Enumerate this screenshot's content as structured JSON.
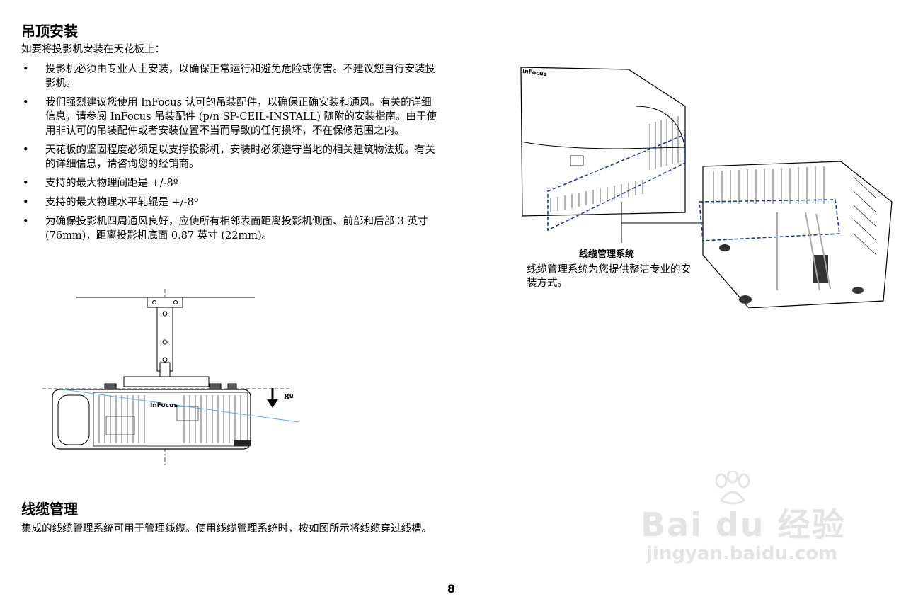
{
  "section1": {
    "heading": "吊顶安装",
    "intro": "如要将投影机安装在天花板上：",
    "bullets": [
      "投影机必须由专业人士安装，以确保正常运行和避免危险或伤害。不建议您自行安装投影机。",
      "我们强烈建议您使用 InFocus 认可的吊装配件，以确保正确安装和通风。有关的详细信息，请参阅 InFocus 吊装配件 (p/n SP-CEIL-INSTALL) 随附的安装指南。由于使用非认可的吊装配件或者安装位置不当而导致的任何损坏，不在保修范围之内。",
      "天花板的坚固程度必须足以支撑投影机，安装时必须遵守当地的相关建筑物法规。有关的详细信息，请咨询您的经销商。",
      "支持的最大物理间距是 +/-8º",
      "支持的最大物理水平轧辊是 +/-8º",
      "为确保投影机四周通风良好，应使所有相邻表面距离投影机侧面、前部和后部 3 英寸 (76mm)，距离投影机底面 0.87 英寸 (22mm)。"
    ],
    "bullet_symbol": "•",
    "figure_angle_label": "8º",
    "figure_brand_label": "InFocus"
  },
  "section2": {
    "heading": "线缆管理",
    "body": "集成的线缆管理系统可用于管理线缆。使用线缆管理系统时，按如图所示将线缆穿过线槽。"
  },
  "figure2": {
    "brand_label": "InFocus",
    "caption_title": "线缆管理系统",
    "caption_text": "线缆管理系统为您提供整洁专业的安装方式。"
  },
  "page_number": "8",
  "watermark": {
    "logo_text": "Bai du 经验",
    "url": "jingyan.baidu.com"
  }
}
